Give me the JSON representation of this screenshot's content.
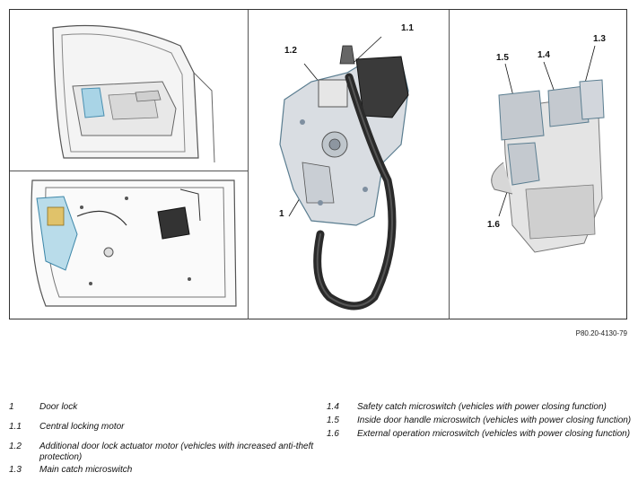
{
  "figure_ref": "P80.20-4130-79",
  "callouts": {
    "c1": "1",
    "c1_1": "1.1",
    "c1_2": "1.2",
    "c1_3": "1.3",
    "c1_4": "1.4",
    "c1_5": "1.5",
    "c1_6": "1.6"
  },
  "legend_left": [
    {
      "num": "1",
      "text": "Door lock"
    },
    {
      "num": "1.1",
      "text": "Central locking motor"
    },
    {
      "num": "1.2",
      "text": "Additional door lock actuator motor (vehicles with increased anti-theft protection)"
    },
    {
      "num": "1.3",
      "text": "Main catch microswitch"
    }
  ],
  "legend_right": [
    {
      "num": "1.4",
      "text": "Safety catch microswitch (vehicles with power closing function)"
    },
    {
      "num": "1.5",
      "text": "Inside door handle microswitch (vehicles with power closing function)"
    },
    {
      "num": "1.6",
      "text": "External operation microswitch (vehicles with power closing function)"
    }
  ]
}
